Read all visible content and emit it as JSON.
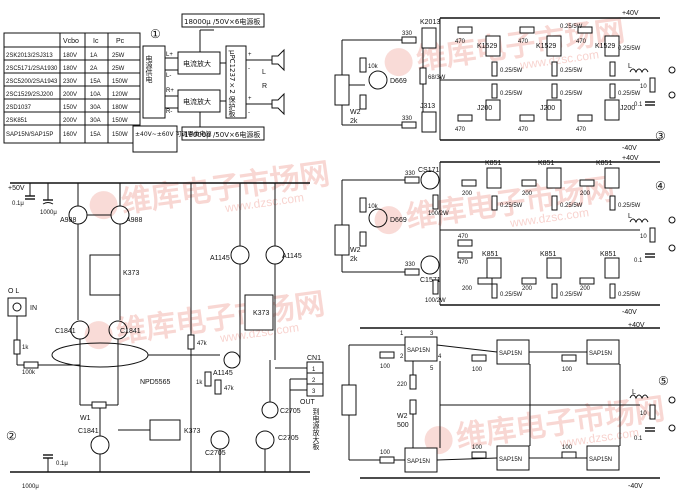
{
  "spec_table": {
    "headers": [
      "Vcbo",
      "Ic",
      "Pc"
    ],
    "rows": [
      [
        "2SK2013/2SJ313",
        "180V",
        "1A",
        "25W"
      ],
      [
        "2SC5171/2SA1930",
        "180V",
        "2A",
        "25W"
      ],
      [
        "2SC5200/2SA1943",
        "230V",
        "15A",
        "150W"
      ],
      [
        "2SC1529/2SJ200",
        "200V",
        "10A",
        "120W"
      ],
      [
        "2SD1037",
        "150V",
        "30A",
        "180W"
      ],
      [
        "2SK851",
        "200V",
        "30A",
        "150W"
      ],
      [
        "SAP15N/SAP15P",
        "160V",
        "15A",
        "150W"
      ]
    ]
  },
  "circuit_numbers": [
    "①",
    "②",
    "③",
    "④",
    "⑤"
  ],
  "block1": {
    "supply_block": "电源供电",
    "amp_top": "电流放大",
    "amp_bottom": "电流放大",
    "ic_block": "μPC1237×2 保护板",
    "cap_top": "18000μ /50V×6电源板",
    "cap_bottom": "18000μ /50V×6电源板",
    "supply_note": "±40V~±60V 可调甲类电源",
    "pins": [
      "L+",
      "L-",
      "R+",
      "R-",
      "L",
      "R",
      "+",
      "-",
      "+",
      "-"
    ]
  },
  "circuit2": {
    "labels": [
      "+50V",
      "0.1μ",
      "1000μ",
      "A988",
      "A988",
      "K373",
      "A1145",
      "A1145",
      "K373",
      "C1841",
      "C1841",
      "NPD5565",
      "1k",
      "100k",
      "47k",
      "47k",
      "1k",
      "A1145",
      "W1",
      "C1841",
      "K373",
      "C2705",
      "C2705",
      "C2705",
      "0.1μ",
      "1000μ",
      "IN",
      "O L",
      "CN1",
      "OUT",
      "到电源放大板"
    ],
    "cn_pins": [
      "1",
      "2",
      "3"
    ]
  },
  "circuit3": {
    "labels": [
      "K2013",
      "330",
      "470",
      "K1529",
      "470",
      "K1529",
      "470",
      "K1529",
      "+40V",
      "0.25/5W",
      "0.25/5W",
      "0.25/5W",
      "0.25/5W",
      "10k",
      "D669",
      "68/3W",
      "W2",
      "2k",
      "J313",
      "330",
      "470",
      "J200",
      "J200",
      "J200",
      "470",
      "470",
      "0.25/5W",
      "0.25/5W",
      "0.25/5W",
      "L",
      "10",
      "0.1",
      "-40V"
    ]
  },
  "circuit4": {
    "labels": [
      "CS171",
      "330",
      "K851",
      "K851",
      "K851",
      "+40V",
      "100/2W",
      "200",
      "200",
      "200",
      "0.25/5W",
      "0.25/5W",
      "0.25/5W",
      "10k",
      "D669",
      "W2",
      "2k",
      "C1571",
      "330",
      "470",
      "470",
      "K851",
      "K851",
      "K851",
      "200",
      "200",
      "200",
      "100/2W",
      "0.25/5W",
      "0.25/5W",
      "0.25/5W",
      "L",
      "10",
      "0.1",
      "-40V"
    ]
  },
  "circuit5": {
    "labels": [
      "SAP15N",
      "SAP15N",
      "SAP15N",
      "+40V",
      "100",
      "100",
      "100",
      "220",
      "W2",
      "500",
      "SAP15N",
      "SAP15N",
      "SAP15N",
      "100",
      "100",
      "100",
      "L",
      "10",
      "-40V",
      "0.1"
    ],
    "pins": [
      "1",
      "2",
      "3",
      "4",
      "5"
    ]
  },
  "watermark": {
    "brand": "维库电子市场网",
    "url": "www.dzsc.com"
  }
}
